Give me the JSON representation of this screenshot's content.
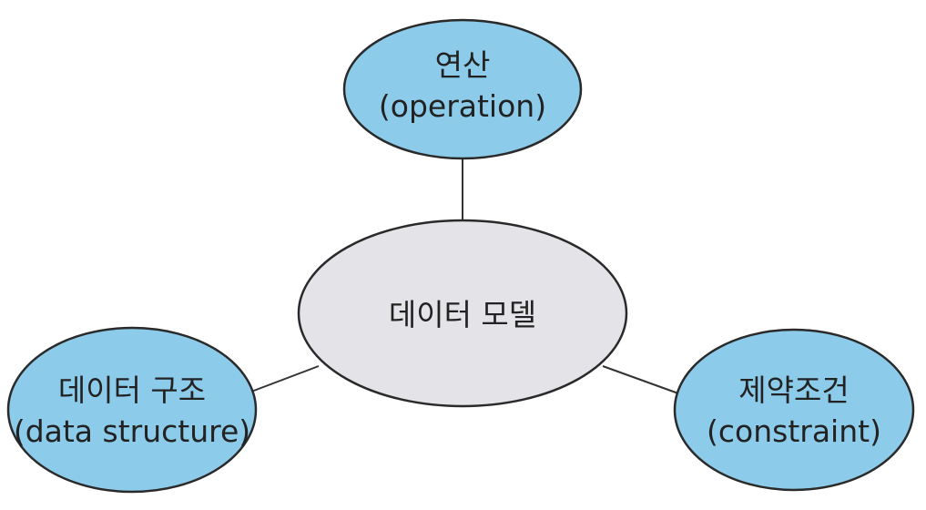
{
  "colors": {
    "outer_fill": "#8ccbea",
    "center_fill": "#e3e3e8",
    "stroke": "#2a2a2a",
    "connector": "#333333"
  },
  "center": {
    "label": "데이터 모델"
  },
  "nodes": {
    "top": {
      "label_ko": "연산",
      "label_en": "(operation)"
    },
    "left": {
      "label_ko": "데이터 구조",
      "label_en": "(data structure)"
    },
    "right": {
      "label_ko": "제약조건",
      "label_en": "(constraint)"
    }
  }
}
